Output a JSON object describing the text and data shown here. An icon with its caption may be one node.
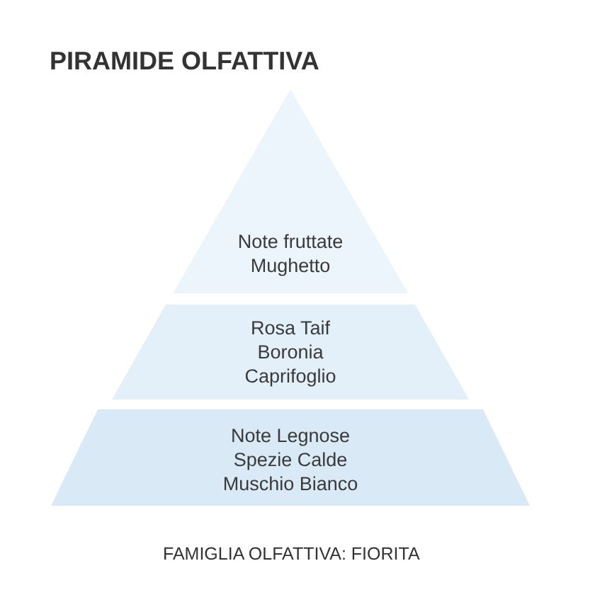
{
  "diagram": {
    "title": "PIRAMIDE OLFATTIVA",
    "nodes": [
      {
        "text": [
          "Note fruttate",
          "Mughetto"
        ]
      },
      {
        "text": [
          "Rosa Taif",
          "Boronia",
          "Caprifoglio"
        ]
      },
      {
        "text": [
          "Note Legnose",
          "Spezie Calde",
          "Muschio Bianco"
        ]
      }
    ],
    "labels": [
      "FAMIGLIA OLFATTIVA: FIORITA"
    ]
  }
}
